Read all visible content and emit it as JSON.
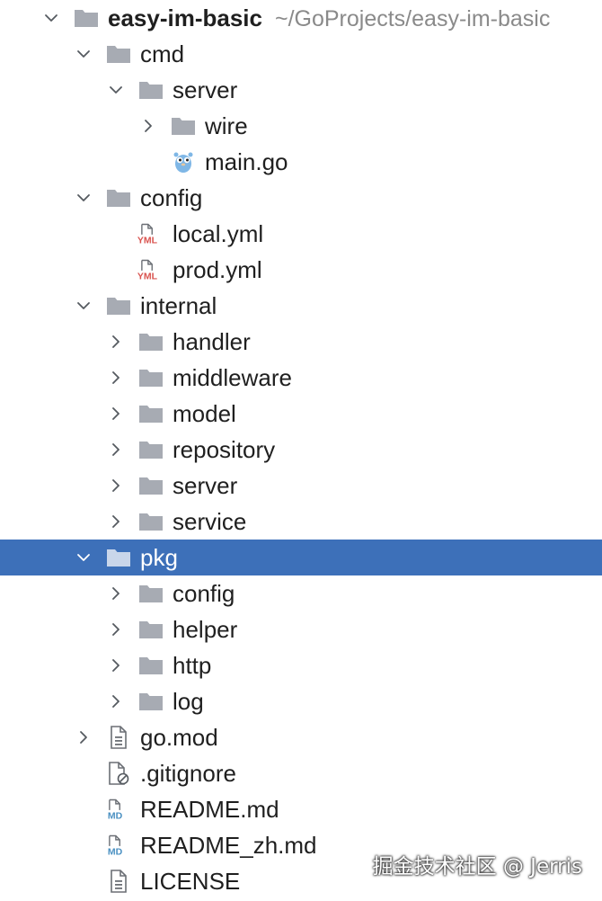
{
  "project": {
    "name": "easy-im-basic",
    "path": "~/GoProjects/easy-im-basic"
  },
  "tree": [
    {
      "label": "easy-im-basic",
      "depth": 0,
      "type": "folder",
      "expand": "open",
      "root": true
    },
    {
      "label": "cmd",
      "depth": 1,
      "type": "folder",
      "expand": "open"
    },
    {
      "label": "server",
      "depth": 2,
      "type": "folder",
      "expand": "open"
    },
    {
      "label": "wire",
      "depth": 3,
      "type": "folder",
      "expand": "closed"
    },
    {
      "label": "main.go",
      "depth": 3,
      "type": "go",
      "expand": "none"
    },
    {
      "label": "config",
      "depth": 1,
      "type": "folder",
      "expand": "open"
    },
    {
      "label": "local.yml",
      "depth": 2,
      "type": "yml",
      "expand": "none"
    },
    {
      "label": "prod.yml",
      "depth": 2,
      "type": "yml",
      "expand": "none"
    },
    {
      "label": "internal",
      "depth": 1,
      "type": "folder",
      "expand": "open"
    },
    {
      "label": "handler",
      "depth": 2,
      "type": "folder",
      "expand": "closed"
    },
    {
      "label": "middleware",
      "depth": 2,
      "type": "folder",
      "expand": "closed"
    },
    {
      "label": "model",
      "depth": 2,
      "type": "folder",
      "expand": "closed"
    },
    {
      "label": "repository",
      "depth": 2,
      "type": "folder",
      "expand": "closed"
    },
    {
      "label": "server",
      "depth": 2,
      "type": "folder",
      "expand": "closed"
    },
    {
      "label": "service",
      "depth": 2,
      "type": "folder",
      "expand": "closed"
    },
    {
      "label": "pkg",
      "depth": 1,
      "type": "folder",
      "expand": "open",
      "selected": true
    },
    {
      "label": "config",
      "depth": 2,
      "type": "folder",
      "expand": "closed"
    },
    {
      "label": "helper",
      "depth": 2,
      "type": "folder",
      "expand": "closed"
    },
    {
      "label": "http",
      "depth": 2,
      "type": "folder",
      "expand": "closed"
    },
    {
      "label": "log",
      "depth": 2,
      "type": "folder",
      "expand": "closed"
    },
    {
      "label": "go.mod",
      "depth": 1,
      "type": "file",
      "expand": "closed"
    },
    {
      "label": ".gitignore",
      "depth": 1,
      "type": "ignore",
      "expand": "none"
    },
    {
      "label": "README.md",
      "depth": 1,
      "type": "md",
      "expand": "none"
    },
    {
      "label": "README_zh.md",
      "depth": 1,
      "type": "md",
      "expand": "none"
    },
    {
      "label": "LICENSE",
      "depth": 1,
      "type": "file",
      "expand": "none"
    }
  ],
  "icon_text": {
    "yml": "YML",
    "md": "MD"
  },
  "watermark": "掘金技术社区 @ Jerris",
  "colors": {
    "selected": "#3d70b9",
    "folder": "#a7abb3",
    "path": "#8a8a8a",
    "yml": "#d9534f",
    "md": "#4a90c2"
  }
}
